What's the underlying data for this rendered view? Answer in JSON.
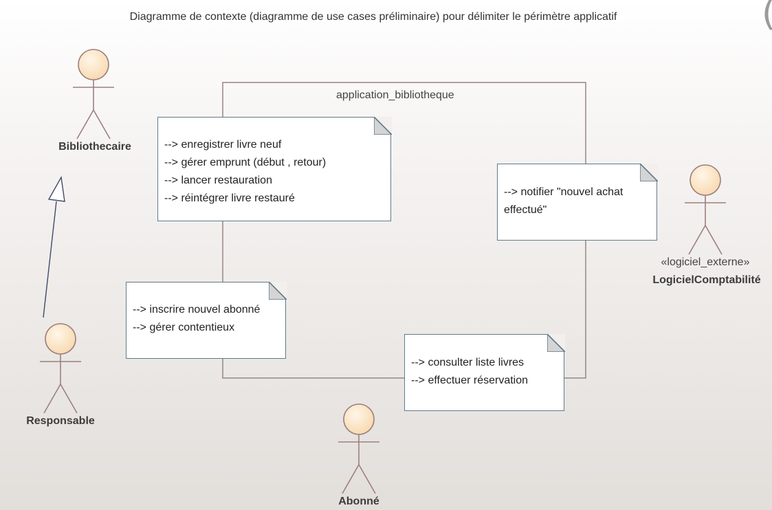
{
  "diagram": {
    "title": "Diagramme de contexte (diagramme de use cases préliminaire) pour délimiter le périmètre applicatif",
    "boundary": {
      "label": "application_bibliotheque"
    },
    "actors": {
      "bibliothecaire": {
        "name": "Bibliothecaire"
      },
      "responsable": {
        "name": "Responsable"
      },
      "abonne": {
        "name": "Abonné"
      },
      "logiciel_comptabilite": {
        "stereotype": "«logiciel_externe»",
        "name": "LogicielComptabilité"
      }
    },
    "notes": {
      "bibliothecaire_note": [
        "--> enregistrer livre neuf",
        "--> gérer emprunt (début , retour)",
        "--> lancer restauration",
        "--> réintégrer livre restauré"
      ],
      "comptabilite_note": [
        "--> notifier \"nouvel achat",
        "effectué\""
      ],
      "responsable_note": [
        "--> inscrire nouvel abonné",
        "--> gérer contentieux"
      ],
      "abonne_note": [
        "--> consulter liste livres",
        "--> effectuer réservation"
      ]
    },
    "relationships": [
      {
        "type": "generalization",
        "from": "Responsable",
        "to": "Bibliothecaire"
      }
    ],
    "colors": {
      "actor_head_fill": "#fde9cc",
      "actor_stroke": "#9d7f7f",
      "boundary_stroke": "#9d8c8c",
      "note_border": "#5f7a8a",
      "generalization_stroke": "#3f4a6a"
    },
    "clipped_glyph": "("
  }
}
